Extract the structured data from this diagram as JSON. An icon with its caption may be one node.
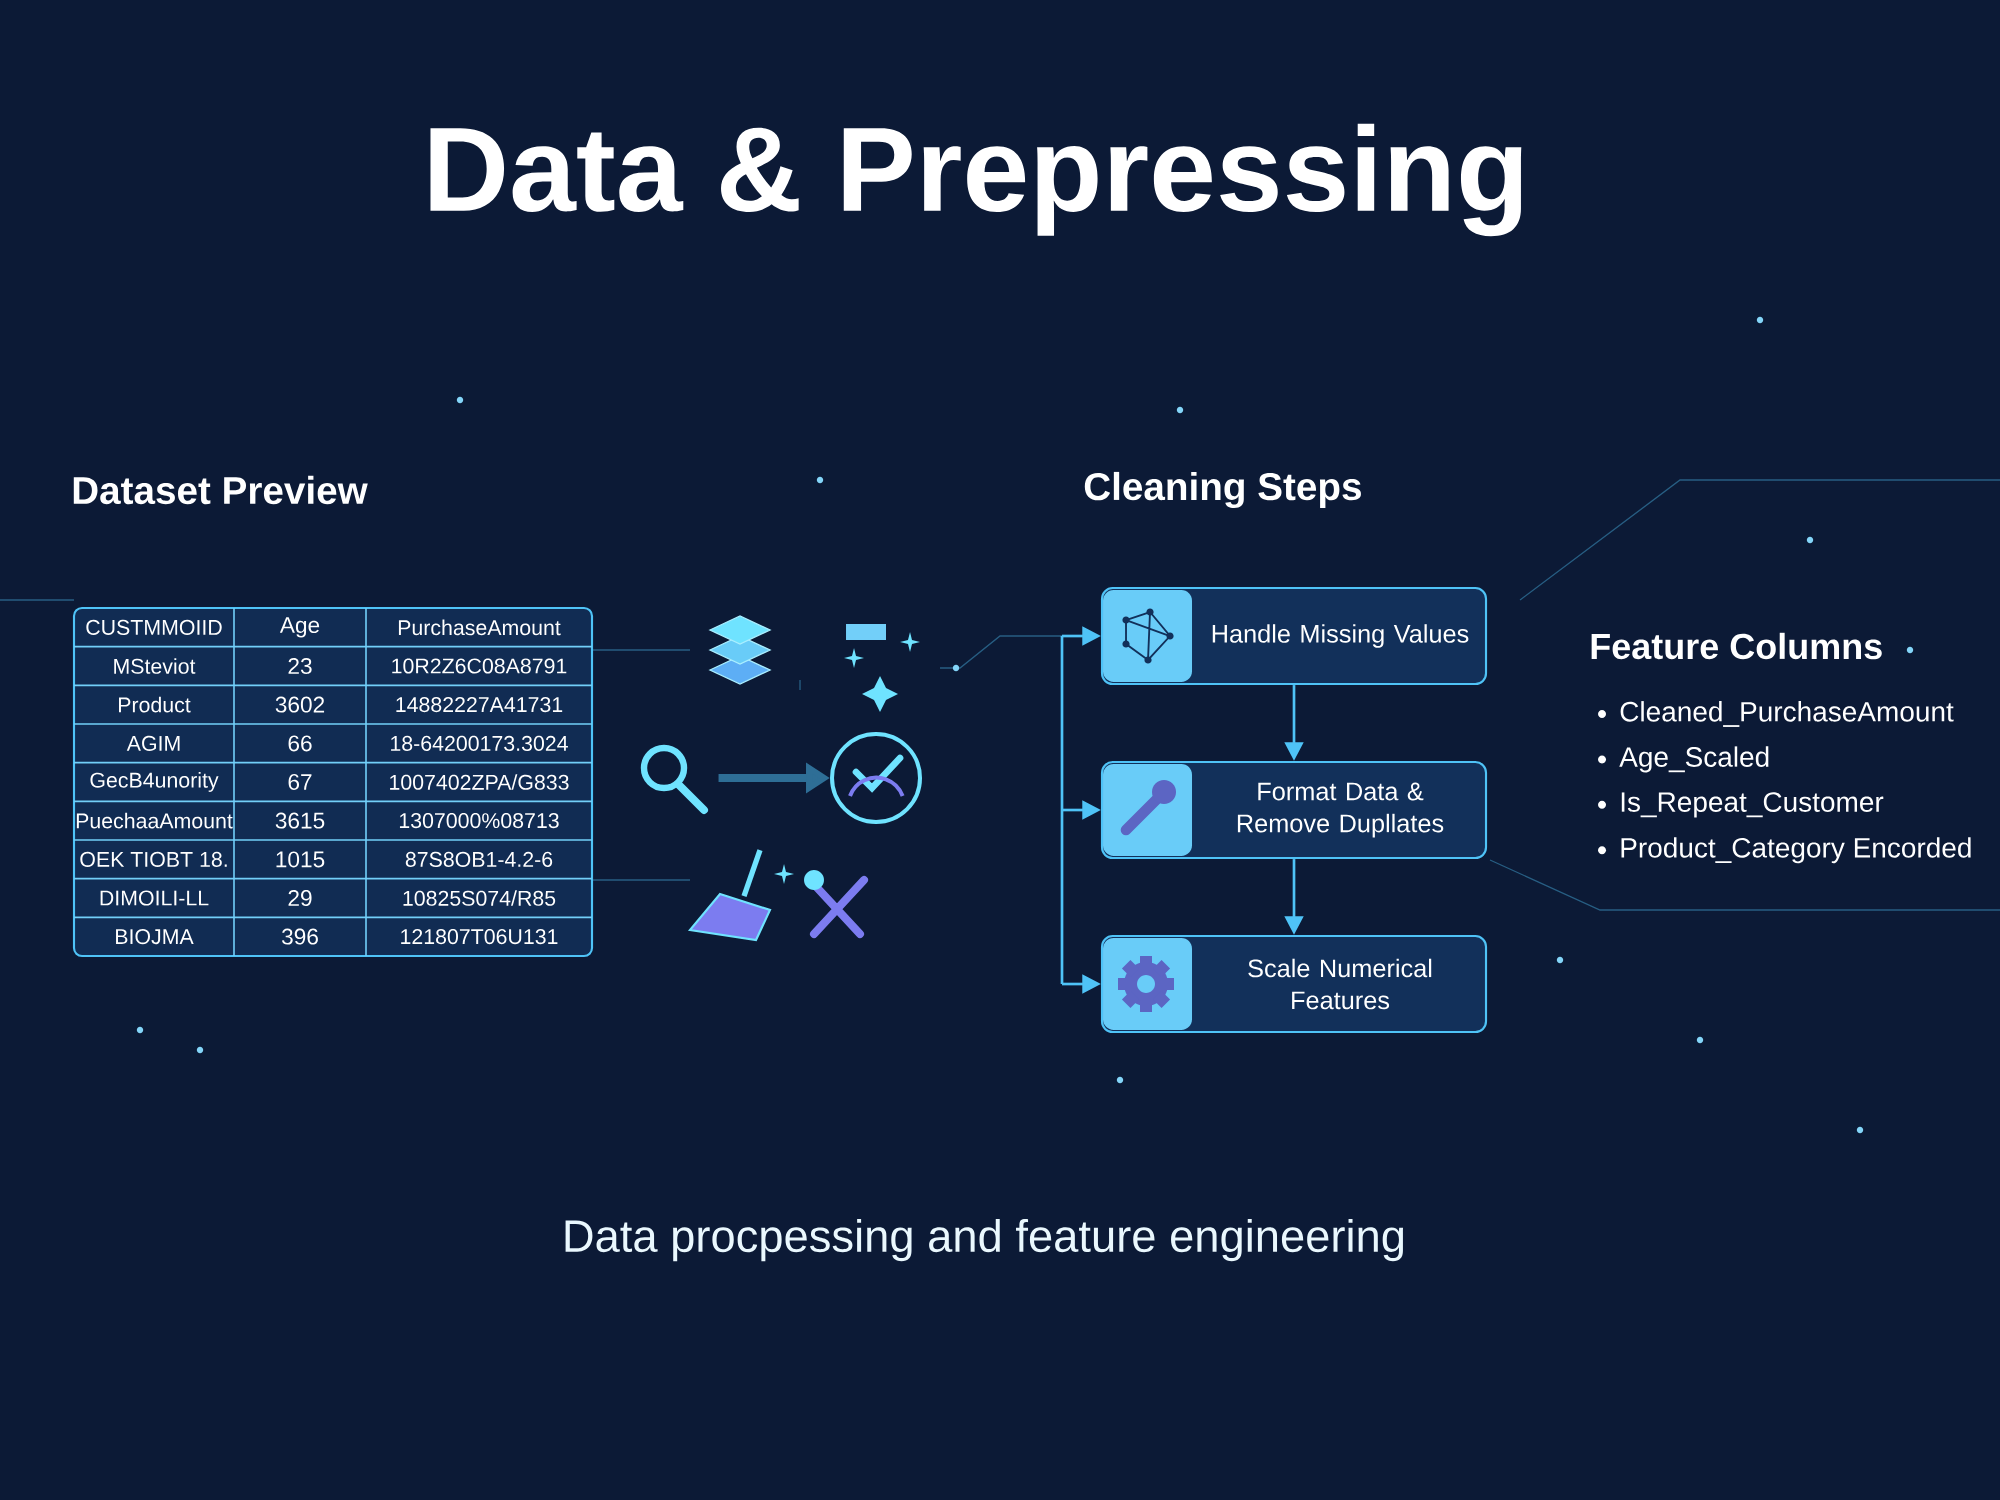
{
  "diagram": {
    "title": "Data & Prepressing",
    "caption": "Data procpessing and feature engineering",
    "nodes": [
      {
        "text": [],
        "shape": "picture"
      },
      {
        "text": [],
        "shape": "circle"
      },
      {
        "text": [
          "Handle Missing Values"
        ]
      },
      {
        "text": [
          "Format Data & Remove Dupllates"
        ]
      },
      {
        "text": [
          "Scale Numerical Features"
        ]
      }
    ],
    "edges": [
      {
        "from": 0,
        "to": 1,
        "arrow": "to",
        "style": "thick",
        "color": "#2e6e96"
      },
      {
        "from": 2,
        "to": 3,
        "arrow": "to"
      },
      {
        "from": 3,
        "to": 4,
        "arrow": "to"
      },
      {
        "from": null,
        "to": 2,
        "arrow": "to"
      },
      {
        "from": null,
        "to": 3,
        "arrow": "to"
      },
      {
        "from": null,
        "to": 4,
        "arrow": "to"
      }
    ],
    "labels": [
      "Dataset Preview",
      "CUSTMMOIID",
      "Age",
      "PurchaseAmount",
      "MSteviot",
      "23",
      "10R2Z6C08A8791",
      "Product",
      "3602",
      "14882227A41731",
      "AGIM",
      "66",
      "18-64200173.3024",
      "GecB4unority",
      "67",
      "1007402ZPA/G833",
      "PuechaaAmount",
      "3615",
      "1307000%08713",
      "OEK TIOBT 18.",
      "1015",
      "87S8OB1-4.2-6",
      "DIMOILI-LL",
      "29",
      "10825S074/R85",
      "BIOJMA",
      "396",
      "121807T06U131",
      "Cleaning Steps",
      "Feature Columns",
      "Cleaned_PurchaseAmount",
      "Age_Scaled",
      "Is_Repeat_Customer",
      "Product_Category Encorded"
    ]
  }
}
